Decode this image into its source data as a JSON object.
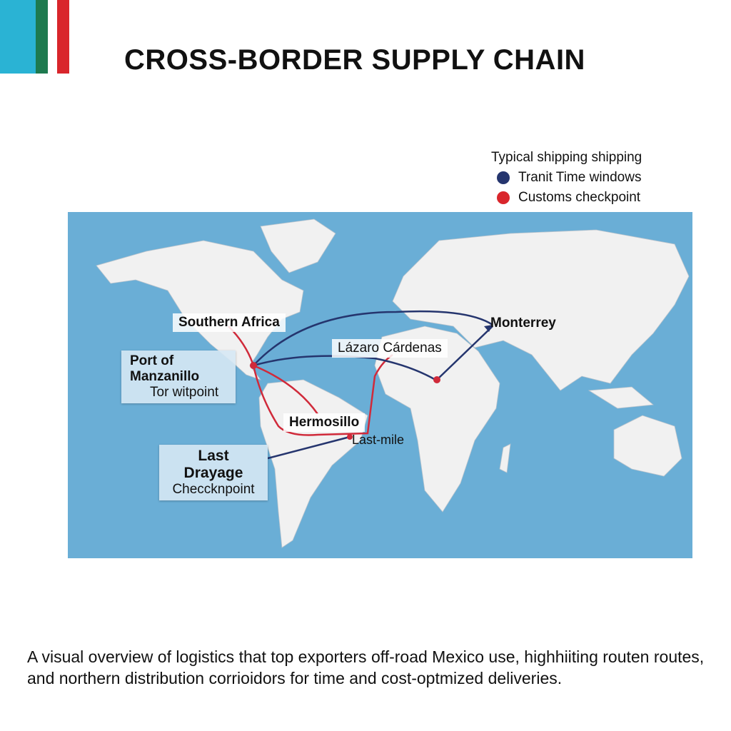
{
  "header": {
    "title": "CROSS-BORDER SUPPLY CHAIN",
    "flag_colors": [
      "#2ab3d4",
      "#1e7a4f",
      "#ffffff",
      "#d9262c"
    ]
  },
  "legend": {
    "title": "Typical shipping shipping",
    "items": [
      {
        "label": "Tranit Time windows",
        "color": "#25356e"
      },
      {
        "label": "Customs checkpoint",
        "color": "#d9262c"
      }
    ]
  },
  "map": {
    "labels": {
      "southern_africa": "Southern Africa",
      "lazaro": "Lázaro Cárdenas",
      "monterrey": "Monterrey",
      "hermosillo": "Hermosillo",
      "last_mile": "Last-mile"
    },
    "boxes": {
      "manzanillo": {
        "title": "Port of Manzanillo",
        "sub": "Tor witpoint"
      },
      "drayage": {
        "title": "Last Drayage",
        "sub": "Checcknpoint"
      }
    },
    "colors": {
      "ocean": "#6aaed6",
      "land": "#f1f1f1",
      "route_dark": "#25356e",
      "route_red": "#d02a3a"
    }
  },
  "caption": "A visual overview of logistics that top exporters off-road Mexico use, highhiiting routen routes, and northern distribution corrioidors for time and cost-optmized deliveries."
}
